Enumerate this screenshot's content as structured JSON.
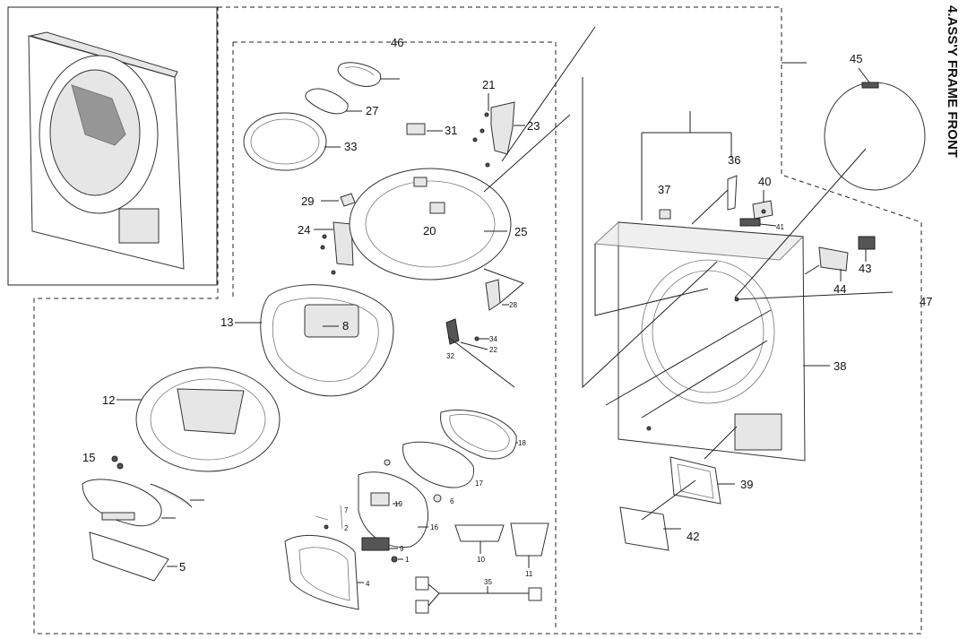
{
  "title": "4.ASS'Y FRAME FRONT",
  "callouts": {
    "c46": "46",
    "c27": "27",
    "c33": "33",
    "c31": "31",
    "c21": "21",
    "c23": "23",
    "c29": "29",
    "c24": "24",
    "c20": "20",
    "c25": "25",
    "c13": "13",
    "c8": "8",
    "c28": "28",
    "c34": "34",
    "c22": "22",
    "c32": "32",
    "c12": "12",
    "c15": "15",
    "c18": "18",
    "c17": "17",
    "c19": "19",
    "c6": "6",
    "c16": "16",
    "c7": "7",
    "c2": "2",
    "c9": "9",
    "c1": "1",
    "c10": "10",
    "c11": "11",
    "c35": "35",
    "c4": "4",
    "c5": "5",
    "c37": "37",
    "c36": "36",
    "c40": "40",
    "c41": "41",
    "c43": "43",
    "c44": "44",
    "c45": "45",
    "c47": "47",
    "c38": "38",
    "c39": "39",
    "c42": "42"
  }
}
